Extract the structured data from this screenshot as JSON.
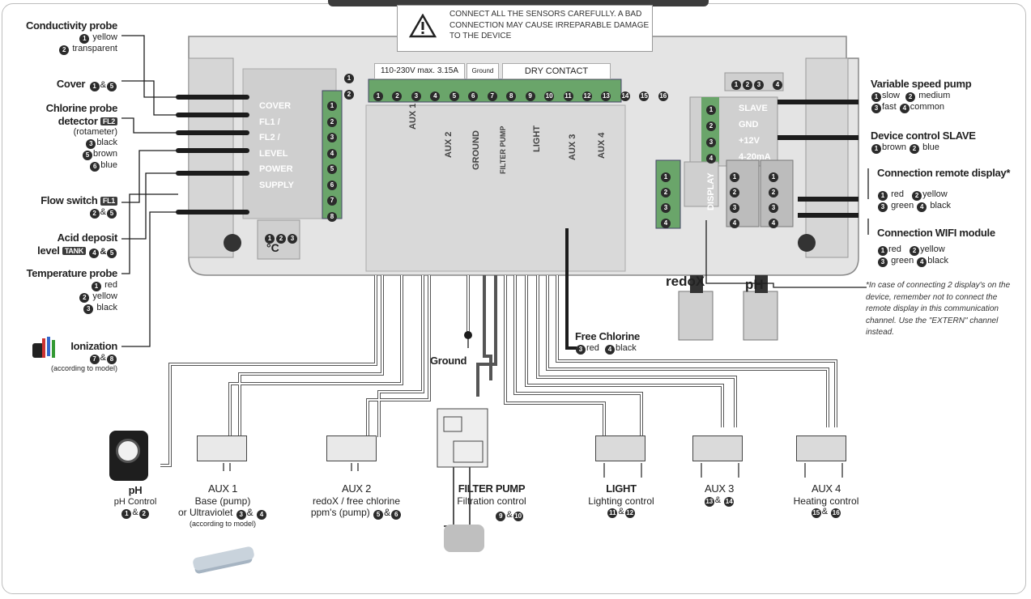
{
  "warning": {
    "text": "CONNECT ALL THE SENSORS CAREFULLY. A BAD CONNECTION MAY CAUSE IRREPARABLE DAMAGE TO THE DEVICE"
  },
  "header": {
    "power_supply": "110-230V max. 3.15A",
    "ground": "Ground",
    "dry_contact": "DRY CONTACT"
  },
  "left_labels": {
    "conductivity": {
      "title": "Conductivity probe",
      "line1": "yellow",
      "line2": "transparent"
    },
    "cover": {
      "title": "Cover",
      "amp": "&"
    },
    "chlorine": {
      "title_a": "Chlorine probe",
      "title_b": "detector",
      "tag": "FL2",
      "sub": "(rotameter)",
      "line1": "black",
      "line2": "brown",
      "line3": "blue"
    },
    "flow_switch": {
      "title": "Flow switch",
      "tag": "FL1",
      "amp": "&"
    },
    "acid": {
      "title_a": "Acid deposit",
      "title_b": "level",
      "tag": "TANK",
      "amp": "&"
    },
    "temperature": {
      "title": "Temperature probe",
      "line1": "red",
      "line2": "yellow",
      "line3": "black"
    },
    "ionization": {
      "title": "Ionization",
      "amp": "&",
      "note": "(according to model)"
    }
  },
  "right_labels": {
    "vs_pump": {
      "title": "Variable speed pump",
      "slow": "slow",
      "medium": "medium",
      "fast": "fast",
      "common": "common"
    },
    "slave": {
      "title": "Device control SLAVE",
      "brown": "brown",
      "blue": "blue"
    },
    "remote": {
      "title": "Connection remote display*",
      "red": "red",
      "yellow": "yellow",
      "green": "green",
      "black": "black"
    },
    "wifi": {
      "title": "Connection WIFI module",
      "red": "red",
      "yellow": "yellow",
      "green": "green",
      "black": "black"
    },
    "note": "*In case of connecting 2 display's on the device, remember not to connect the remote display in this communication channel. Use the \"EXTERN\" channel instead."
  },
  "board": {
    "left_terminals": [
      "COVER",
      "FL1 /",
      "FL2 /",
      "LEVEL",
      "POWER",
      "SUPPLY"
    ],
    "slave_terminals": [
      "SLAVE",
      "GND",
      "+12V",
      "4-20mA"
    ],
    "channels": [
      "AUX 1",
      "AUX 2",
      "GROUND",
      "FILTER PUMP",
      "LIGHT",
      "AUX 3",
      "AUX 4"
    ],
    "display": "DISPLAY",
    "temp_unit": "°C",
    "redox": "redoX",
    "ph": "pH"
  },
  "free_chlorine": {
    "title": "Free Chlorine",
    "red": "red",
    "black": "black"
  },
  "ground_label": "Ground",
  "bottom": {
    "ph": {
      "title": "pH",
      "sub": "pH Control",
      "amp": "&"
    },
    "aux1": {
      "title": "AUX 1",
      "line1": "Base (pump)",
      "line2": "or Ultraviolet",
      "amp": "&",
      "note": "(according to model)"
    },
    "aux2": {
      "title": "AUX 2",
      "line1": "redoX / free chlorine",
      "line2": "ppm's (pump)",
      "amp": "&"
    },
    "filter": {
      "title": "FILTER PUMP",
      "sub": "Filtration control",
      "amp": "&"
    },
    "light": {
      "title": "LIGHT",
      "sub": "Lighting control",
      "amp": "&"
    },
    "aux3": {
      "title": "AUX 3",
      "amp": "&"
    },
    "aux4": {
      "title": "AUX 4",
      "sub": "Heating control",
      "amp": "&"
    }
  },
  "colors": {
    "board": "#e4e4e4",
    "terminal": "#6aa56a",
    "wire_dark": "#1c1c1c",
    "wire_light": "#ffffff",
    "badge": "#2b2b2b"
  }
}
